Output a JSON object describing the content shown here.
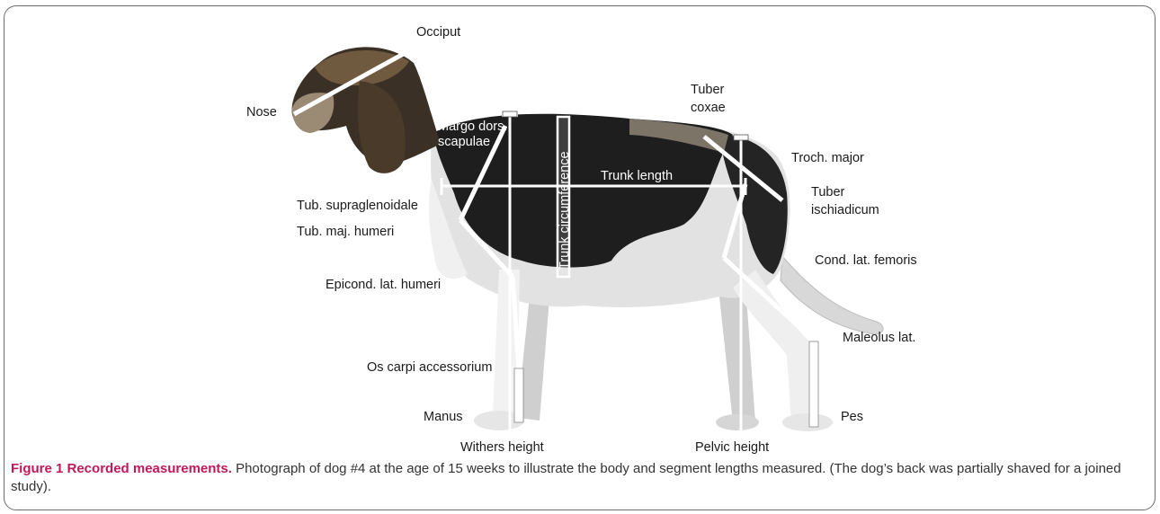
{
  "figure": {
    "labels": {
      "occiput": "Occiput",
      "nose": "Nose",
      "margo_dors_1": "Margo dors.",
      "margo_dors_2": "scapulae",
      "trunk_circumference": "Trunk circumference",
      "trunk_length": "Trunk length",
      "tuber_coxae_1": "Tuber",
      "tuber_coxae_2": "coxae",
      "troch_major": "Troch. major",
      "tuber_isch_1": "Tuber",
      "tuber_isch_2": "ischiadicum",
      "tub_supraglenoidale": "Tub. supraglenoidale",
      "tub_maj_humeri": "Tub. maj. humeri",
      "cond_lat_femoris": "Cond. lat. femoris",
      "epicond_lat_humeri": "Epicond. lat. humeri",
      "maleolus_lat": "Maleolus lat.",
      "os_carpi": "Os carpi accessorium",
      "manus": "Manus",
      "pes": "Pes",
      "withers_height": "Withers height",
      "pelvic_height": "Pelvic height"
    },
    "colors": {
      "measure_line": "#ffffff",
      "coat_dark": "#1c1c1c",
      "coat_tan": "#8a7a63",
      "coat_white": "#dcdcdc"
    }
  },
  "caption": {
    "title": "Figure 1 Recorded measurements.",
    "text": " Photograph of dog #4 at the age of 15 weeks to illustrate the body and segment lengths measured. (The dog’s back was partially shaved for a joined study)."
  }
}
